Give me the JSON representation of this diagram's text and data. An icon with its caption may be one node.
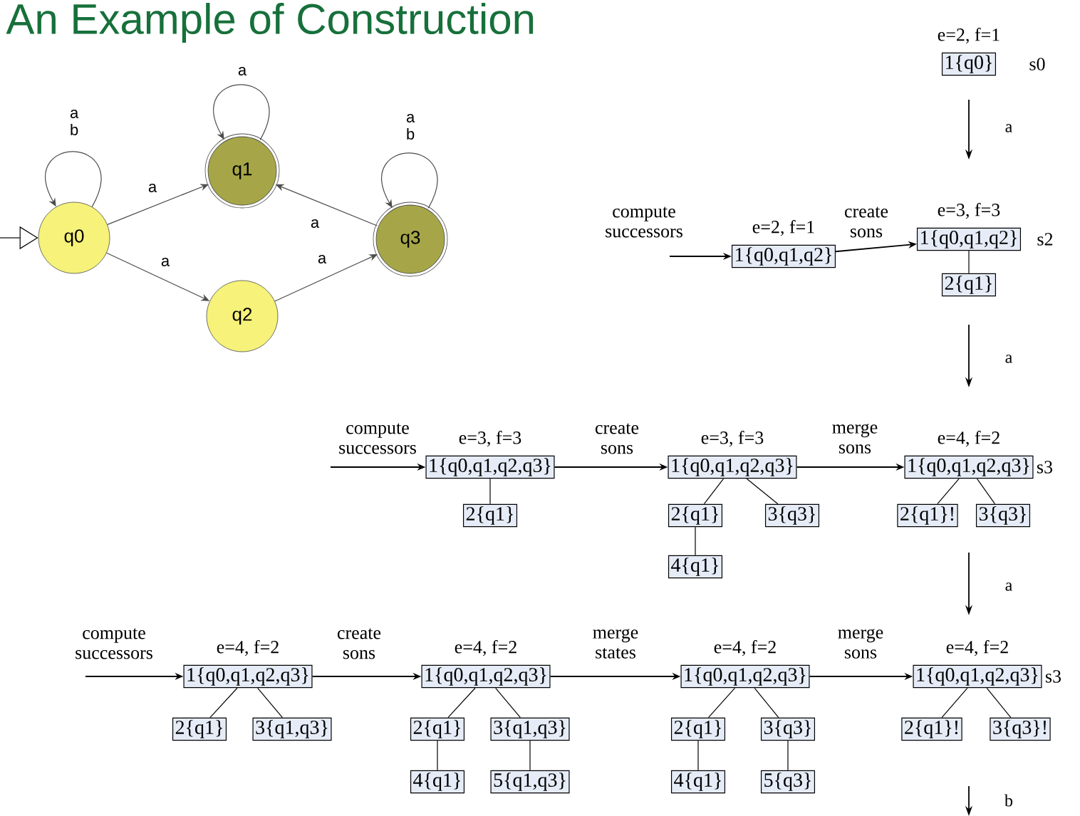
{
  "diagram": {
    "title": "An Example of Construction",
    "nodes": [
      {
        "text": [
          "q0"
        ]
      },
      {
        "text": [
          "q1"
        ]
      },
      {
        "text": [
          "q2"
        ]
      },
      {
        "text": [
          "q3"
        ]
      },
      {
        "text": [
          "1{q0}"
        ],
        "beside": [
          "e=2, f=1",
          "s0"
        ]
      },
      {
        "text": [
          "1{q0,q1,q2}"
        ],
        "beside": [
          "e=2, f=1"
        ]
      },
      {
        "text": [
          "1{q0,q1,q2}"
        ],
        "beside": [
          "e=3, f=3",
          "s2"
        ]
      },
      {
        "text": [
          "2{q1}"
        ]
      },
      {
        "text": [
          "1{q0,q1,q2,q3}"
        ],
        "beside": [
          "e=3, f=3"
        ]
      },
      {
        "text": [
          "2{q1}"
        ]
      },
      {
        "text": [
          "1{q0,q1,q2,q3}"
        ],
        "beside": [
          "e=3, f=3"
        ]
      },
      {
        "text": [
          "2{q1}"
        ]
      },
      {
        "text": [
          "3{q3}"
        ]
      },
      {
        "text": [
          "4{q1}"
        ]
      },
      {
        "text": [
          "1{q0,q1,q2,q3}"
        ],
        "beside": [
          "e=4, f=2",
          "s3"
        ]
      },
      {
        "text": [
          "2{q1}!"
        ]
      },
      {
        "text": [
          "3{q3}"
        ]
      },
      {
        "text": [
          "1{q0,q1,q2,q3}"
        ],
        "beside": [
          "e=4, f=2"
        ]
      },
      {
        "text": [
          "2{q1}"
        ]
      },
      {
        "text": [
          "3{q1,q3}"
        ]
      },
      {
        "text": [
          "1{q0,q1,q2,q3}"
        ],
        "beside": [
          "e=4, f=2"
        ]
      },
      {
        "text": [
          "2{q1}"
        ]
      },
      {
        "text": [
          "3{q1,q3}"
        ]
      },
      {
        "text": [
          "4{q1}"
        ]
      },
      {
        "text": [
          "5{q1,q3}"
        ]
      },
      {
        "text": [
          "1{q0,q1,q2,q3}"
        ],
        "beside": [
          "e=4, f=2"
        ]
      },
      {
        "text": [
          "2{q1}"
        ]
      },
      {
        "text": [
          "3{q3}"
        ]
      },
      {
        "text": [
          "4{q1}"
        ]
      },
      {
        "text": [
          "5{q3}"
        ]
      },
      {
        "text": [
          "1{q0,q1,q2,q3}"
        ],
        "beside": [
          "e=4, f=2",
          "s3"
        ]
      },
      {
        "text": [
          "2{q1}!"
        ]
      },
      {
        "text": [
          "3{q3}!"
        ]
      }
    ],
    "edges": [
      {
        "from": 0,
        "to": 0,
        "arrow": "to",
        "label": "a b"
      },
      {
        "from": 1,
        "to": 1,
        "arrow": "to",
        "label": "a"
      },
      {
        "from": 3,
        "to": 3,
        "arrow": "to",
        "label": "a b"
      },
      {
        "from": 0,
        "to": 1,
        "arrow": "to",
        "label": "a"
      },
      {
        "from": 0,
        "to": 2,
        "arrow": "to",
        "label": "a"
      },
      {
        "from": 2,
        "to": 3,
        "arrow": "to",
        "label": "a"
      },
      {
        "from": 3,
        "to": 1,
        "arrow": "to",
        "label": "a"
      },
      {
        "from": null,
        "to": 0,
        "arrow": "to"
      },
      {
        "from": null,
        "to": 5,
        "arrow": "to",
        "label": "compute successors"
      },
      {
        "from": 5,
        "to": 6,
        "arrow": "to",
        "label": "create sons"
      },
      {
        "from": 6,
        "to": 7,
        "arrow": "none"
      },
      {
        "from": null,
        "to": 8,
        "arrow": "to",
        "label": "compute successors"
      },
      {
        "from": 8,
        "to": 9,
        "arrow": "none"
      },
      {
        "from": 8,
        "to": 10,
        "arrow": "to",
        "label": "create sons"
      },
      {
        "from": 10,
        "to": 11,
        "arrow": "none"
      },
      {
        "from": 10,
        "to": 12,
        "arrow": "none"
      },
      {
        "from": 11,
        "to": 13,
        "arrow": "none"
      },
      {
        "from": 10,
        "to": 14,
        "arrow": "to",
        "label": "merge sons"
      },
      {
        "from": 14,
        "to": 15,
        "arrow": "none"
      },
      {
        "from": 14,
        "to": 16,
        "arrow": "none"
      },
      {
        "from": null,
        "to": 17,
        "arrow": "to",
        "label": "compute successors"
      },
      {
        "from": 17,
        "to": 18,
        "arrow": "none"
      },
      {
        "from": 17,
        "to": 19,
        "arrow": "none"
      },
      {
        "from": 17,
        "to": 20,
        "arrow": "to",
        "label": "create sons"
      },
      {
        "from": 20,
        "to": 21,
        "arrow": "none"
      },
      {
        "from": 20,
        "to": 22,
        "arrow": "none"
      },
      {
        "from": 21,
        "to": 23,
        "arrow": "none"
      },
      {
        "from": 22,
        "to": 24,
        "arrow": "none"
      },
      {
        "from": 20,
        "to": 25,
        "arrow": "to",
        "label": "merge states"
      },
      {
        "from": 25,
        "to": 26,
        "arrow": "none"
      },
      {
        "from": 25,
        "to": 27,
        "arrow": "none"
      },
      {
        "from": 26,
        "to": 28,
        "arrow": "none"
      },
      {
        "from": 27,
        "to": 29,
        "arrow": "none"
      },
      {
        "from": 25,
        "to": 30,
        "arrow": "to",
        "label": "merge sons"
      },
      {
        "from": 30,
        "to": 31,
        "arrow": "none"
      },
      {
        "from": 30,
        "to": 32,
        "arrow": "none"
      }
    ],
    "labels": [
      "a",
      "a",
      "a",
      "b"
    ]
  }
}
